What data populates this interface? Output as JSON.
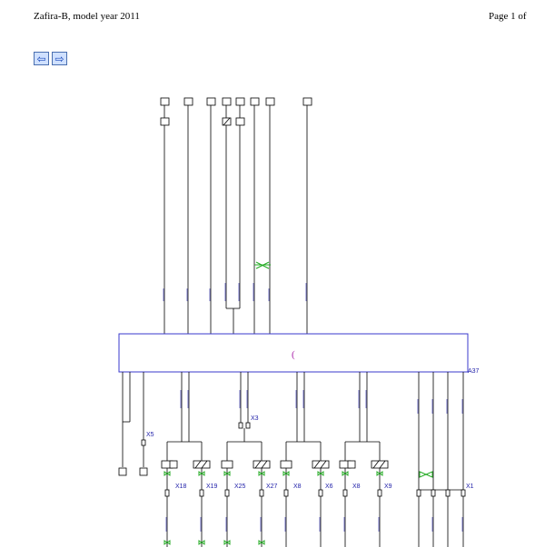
{
  "header": {
    "title": "Zafira-B, model year 2011",
    "page_label": "Page 1 of"
  },
  "nav": {
    "back_icon": "back-arrow-icon",
    "forward_icon": "forward-arrow-icon"
  },
  "diagram": {
    "module_label": "A37",
    "module_center_mark": "(",
    "connector_labels": [
      "X18",
      "X19",
      "X25",
      "X27",
      "X8",
      "X6",
      "X8",
      "X9",
      "X1"
    ],
    "left_connector_label": "X5",
    "mid_connector_label": "X3",
    "colors": {
      "wire": "#000000",
      "module_border": "#3a3acc",
      "label_blue": "#2222aa",
      "splice_green": "#22aa22"
    }
  }
}
